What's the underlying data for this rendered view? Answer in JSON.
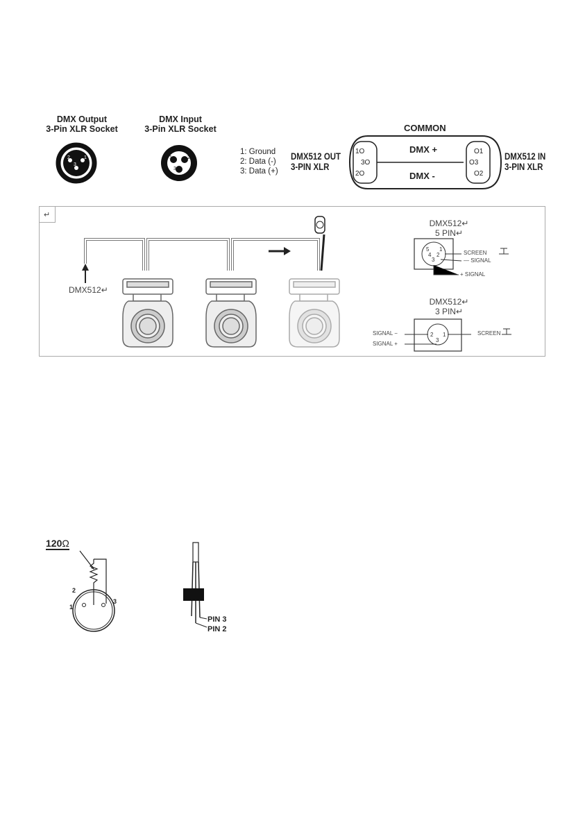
{
  "connectors": {
    "output_title_1": "DMX Output",
    "output_title_2": "3-Pin XLR Socket",
    "input_title_1": "DMX Input",
    "input_title_2": "3-Pin XLR Socket",
    "output_pins": [
      "2",
      "1",
      "3"
    ],
    "input_pins": [
      "1",
      "2",
      "3"
    ]
  },
  "legend": [
    "1: Ground",
    "2: Data (-)",
    "3: Data (+)"
  ],
  "cable": {
    "common": "COMMON",
    "dmx_plus": "DMX +",
    "dmx_minus": "DMX -",
    "out_label_1": "DMX512 OUT",
    "out_label_2": "3-PIN XLR",
    "in_label_1": "DMX512 IN",
    "in_label_2": "3-PIN XLR",
    "left_pins": [
      "1O",
      "3O",
      "2O"
    ],
    "right_pins": [
      "O1",
      "O3",
      "O2"
    ]
  },
  "daisy_chain": {
    "input_label": "DMX512↵",
    "corner_mark": "↵",
    "five_pin": {
      "title_1": "DMX512↵",
      "title_2": "5 PIN↵",
      "screen": "SCREEN",
      "signal_minus": "SIGNAL",
      "signal_plus": "SIGNAL",
      "pins": [
        "5",
        "1",
        "4",
        "2",
        "3"
      ]
    },
    "three_pin": {
      "title_1": "DMX512↵",
      "title_2": "3 PIN↵",
      "signal_minus": "SIGNAL",
      "signal_plus": "SIGNAL",
      "screen": "SCREEN",
      "pins": [
        "2",
        "1",
        "3"
      ]
    }
  },
  "terminator": {
    "resistor": "120",
    "ohm": "Ω",
    "pins": [
      "1",
      "2",
      "3"
    ],
    "pin3": "PIN 3",
    "pin2": "PIN 2"
  },
  "colors": {
    "line": "#222222",
    "fixture": "#555555",
    "panel_border": "#aaaaaa"
  }
}
